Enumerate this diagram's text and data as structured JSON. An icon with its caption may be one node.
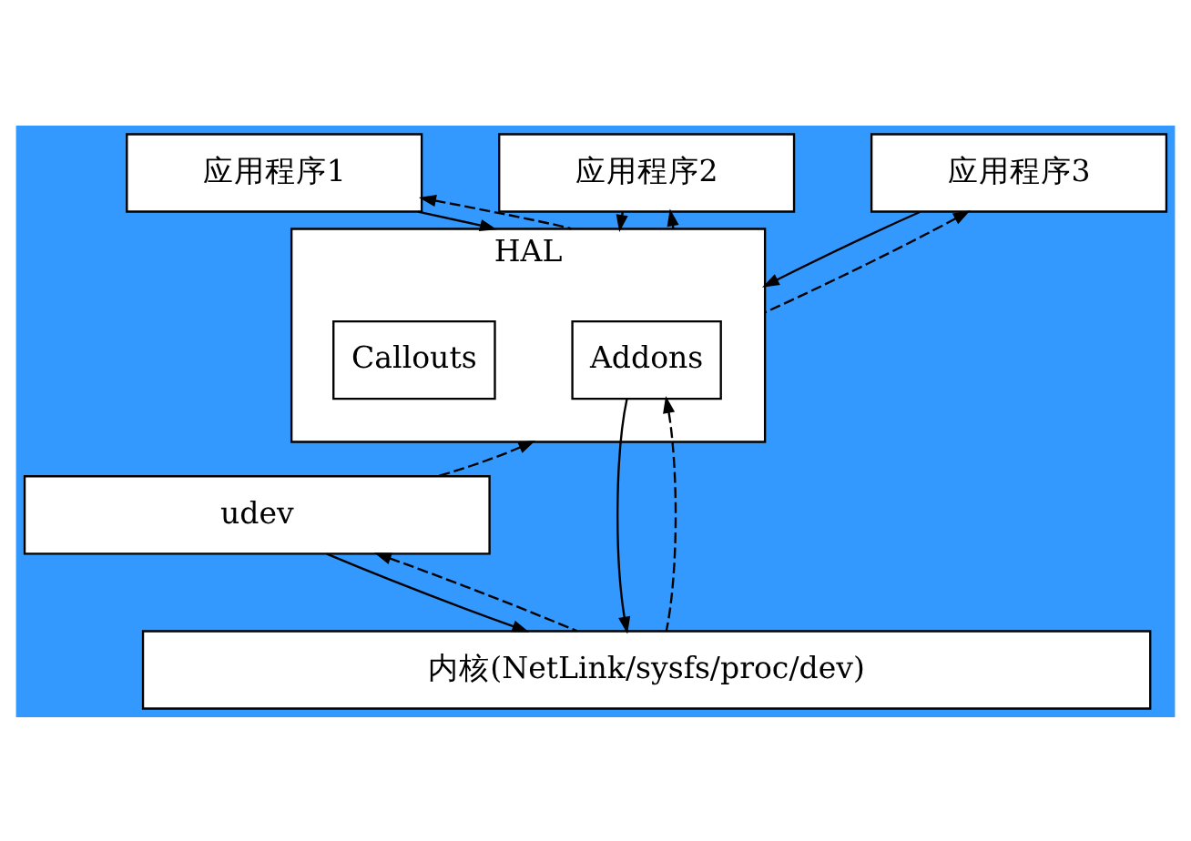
{
  "diagram": {
    "nodes": [
      {
        "text": [
          "应用程序1"
        ]
      },
      {
        "text": [
          "应用程序2"
        ]
      },
      {
        "text": [
          "应用程序3"
        ]
      },
      {
        "text": [
          "HAL"
        ]
      },
      {
        "text": [
          "Addons"
        ],
        "in": 3
      },
      {
        "text": [
          "Callouts"
        ],
        "in": 3
      },
      {
        "text": [
          "udev"
        ]
      },
      {
        "text": [
          "内核(NetLink/sysfs/proc/dev)"
        ]
      }
    ],
    "edges": [
      {
        "from": 0,
        "to": 3,
        "arrow": "to"
      },
      {
        "from": 3,
        "to": 0,
        "arrow": "to",
        "style": "dashed"
      },
      {
        "from": 1,
        "to": 3,
        "arrow": "to"
      },
      {
        "from": 3,
        "to": 1,
        "arrow": "to",
        "style": "dashed"
      },
      {
        "from": 2,
        "to": 3,
        "arrow": "to"
      },
      {
        "from": 3,
        "to": 2,
        "arrow": "to",
        "style": "dashed"
      },
      {
        "from": 6,
        "to": 3,
        "arrow": "to",
        "style": "dashed"
      },
      {
        "from": 6,
        "to": 7,
        "arrow": "to"
      },
      {
        "from": 7,
        "to": 6,
        "arrow": "to",
        "style": "dashed"
      },
      {
        "from": 4,
        "to": 7,
        "arrow": "to"
      },
      {
        "from": 7,
        "to": 4,
        "arrow": "to",
        "style": "dashed"
      }
    ]
  }
}
